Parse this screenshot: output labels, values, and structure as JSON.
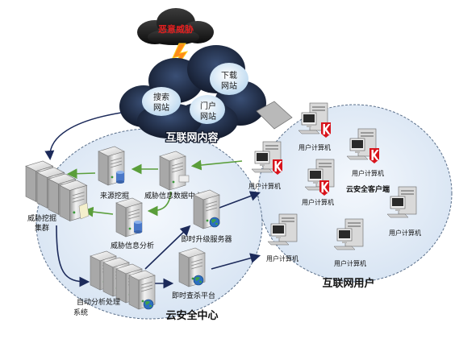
{
  "threat_label": "恶意威胁",
  "internet": {
    "title": "互联网内容",
    "sites": [
      {
        "line1": "搜索",
        "line2": "网站"
      },
      {
        "line1": "下载",
        "line2": "网站"
      },
      {
        "line1": "门户",
        "line2": "网站"
      }
    ]
  },
  "cloud_center": {
    "title": "云安全中心",
    "nodes": {
      "threat_cluster": {
        "line1": "威胁挖掘",
        "line2": "集群"
      },
      "source_mining": "来源挖掘",
      "threat_data_center": "威胁信息数据中心",
      "threat_analysis": "威胁信息分析",
      "upgrade_server": "即时升级服务器",
      "auto_analysis": {
        "line1": "自动分析处理",
        "line2": "系统"
      },
      "scan_platform": "即时查杀平台"
    }
  },
  "users": {
    "title": "互联网用户",
    "client_label": "云安全客户端",
    "computer_label": "用户计算机"
  },
  "colors": {
    "cloud_dark": "#1f2d48",
    "cloud_light": "#cfe6f8",
    "threat_red": "#e02020",
    "zone_fill": "#e6eef8",
    "arrow_green": "#5a9e3a",
    "arrow_navy": "#1c2a5a",
    "k_red": "#d8141c"
  },
  "icons": [
    "server-icon",
    "database-icon",
    "computer-icon",
    "k-shield-icon",
    "lightning-icon",
    "globe-icon",
    "cloud-icon"
  ]
}
